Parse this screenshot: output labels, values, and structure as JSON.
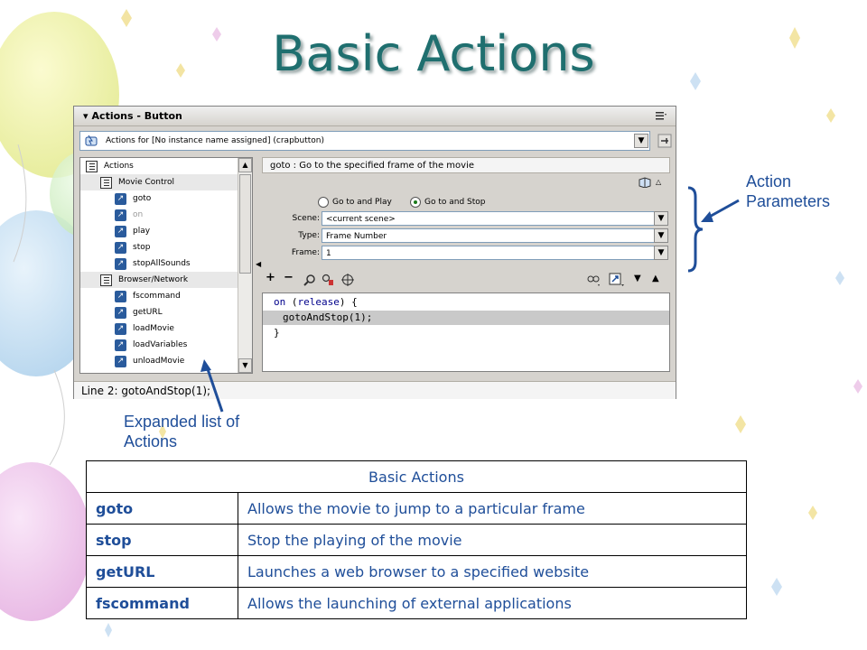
{
  "slide": {
    "title": "Basic Actions"
  },
  "panel": {
    "header": "Actions - Button",
    "target_label": "Actions for [No instance name assigned] (crapbutton)",
    "toolbox": {
      "items": [
        {
          "label": "Actions",
          "type": "book",
          "level": 0
        },
        {
          "label": "Movie Control",
          "type": "book",
          "level": 1
        },
        {
          "label": "goto",
          "type": "action",
          "level": 2
        },
        {
          "label": "on",
          "type": "action",
          "level": 2,
          "dim": true
        },
        {
          "label": "play",
          "type": "action",
          "level": 2
        },
        {
          "label": "stop",
          "type": "action",
          "level": 2
        },
        {
          "label": "stopAllSounds",
          "type": "action",
          "level": 2
        },
        {
          "label": "Browser/Network",
          "type": "book",
          "level": 1
        },
        {
          "label": "fscommand",
          "type": "action",
          "level": 2
        },
        {
          "label": "getURL",
          "type": "action",
          "level": 2
        },
        {
          "label": "loadMovie",
          "type": "action",
          "level": 2
        },
        {
          "label": "loadVariables",
          "type": "action",
          "level": 2
        },
        {
          "label": "unloadMovie",
          "type": "action",
          "level": 2
        }
      ]
    },
    "description": "goto : Go to the specified frame of the movie",
    "options": [
      {
        "label": "Go to and Play",
        "selected": false
      },
      {
        "label": "Go to and Stop",
        "selected": true
      }
    ],
    "params": {
      "scene": {
        "label": "Scene:",
        "value": "<current scene>"
      },
      "type": {
        "label": "Type:",
        "value": "Frame Number"
      },
      "frame": {
        "label": "Frame:",
        "value": "1"
      }
    },
    "code": {
      "line1_kw": "on",
      "line1_paren_open": " (",
      "line1_arg": "release",
      "line1_rest": ") {",
      "line2": "gotoAndStop(1);",
      "line3": "}"
    },
    "status": "Line 2: gotoAndStop(1);"
  },
  "annotations": {
    "action_parameters": "Action Parameters",
    "expanded_list": "Expanded list of Actions"
  },
  "table": {
    "caption": "Basic Actions",
    "rows": [
      {
        "term": "goto",
        "desc": "Allows the movie to jump to a particular frame"
      },
      {
        "term": "stop",
        "desc": "Stop the playing of the movie"
      },
      {
        "term": "getURL",
        "desc": "Launches a web browser to a specified website"
      },
      {
        "term": "fscommand",
        "desc": "Allows the launching of external applications"
      }
    ]
  }
}
